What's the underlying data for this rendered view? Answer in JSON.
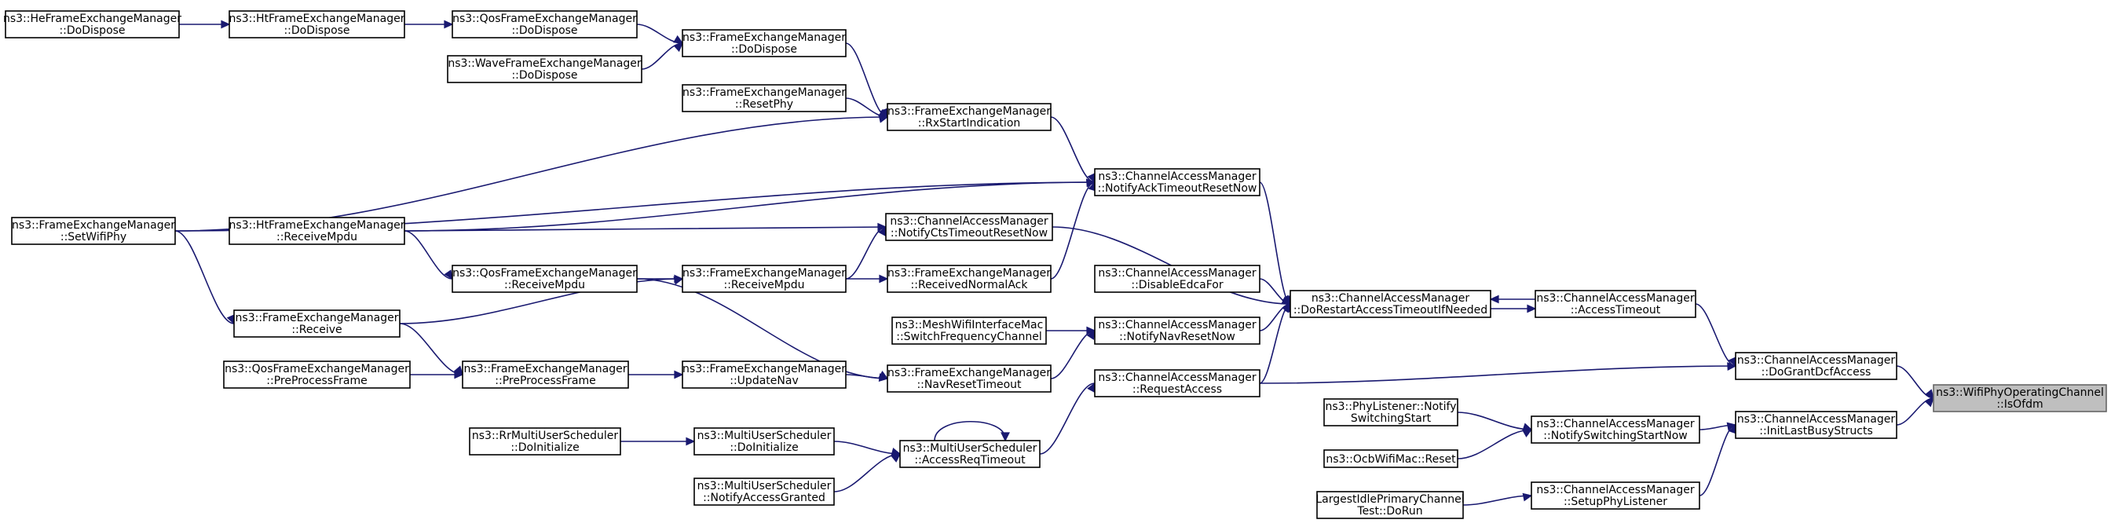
{
  "colors": {
    "edge": "#191970",
    "node_border": "#000000",
    "root_fill": "#bfbfbf",
    "background": "#ffffff"
  },
  "nodes": {
    "heFemDispose": {
      "line1": "ns3::HeFrameExchangeManager",
      "line2": "::DoDispose"
    },
    "htFemDispose": {
      "line1": "ns3::HtFrameExchangeManager",
      "line2": "::DoDispose"
    },
    "qosFemDispose": {
      "line1": "ns3::QosFrameExchangeManager",
      "line2": "::DoDispose"
    },
    "waveFemDispose": {
      "line1": "ns3::WaveFrameExchangeManager",
      "line2": "::DoDispose"
    },
    "femDispose": {
      "line1": "ns3::FrameExchangeManager",
      "line2": "::DoDispose"
    },
    "femResetPhy": {
      "line1": "ns3::FrameExchangeManager",
      "line2": "::ResetPhy"
    },
    "femRxStart": {
      "line1": "ns3::FrameExchangeManager",
      "line2": "::RxStartIndication"
    },
    "femSetWifiPhy": {
      "line1": "ns3::FrameExchangeManager",
      "line2": "::SetWifiPhy"
    },
    "htReceiveMpdu": {
      "line1": "ns3::HtFrameExchangeManager",
      "line2": "::ReceiveMpdu"
    },
    "qosReceiveMpdu": {
      "line1": "ns3::QosFrameExchangeManager",
      "line2": "::ReceiveMpdu"
    },
    "femReceive": {
      "line1": "ns3::FrameExchangeManager",
      "line2": "::Receive"
    },
    "qosPreProcess": {
      "line1": "ns3::QosFrameExchangeManager",
      "line2": "::PreProcessFrame"
    },
    "femPreProcess": {
      "line1": "ns3::FrameExchangeManager",
      "line2": "::PreProcessFrame"
    },
    "femReceiveMpdu": {
      "line1": "ns3::FrameExchangeManager",
      "line2": "::ReceiveMpdu"
    },
    "femUpdateNav": {
      "line1": "ns3::FrameExchangeManager",
      "line2": "::UpdateNav"
    },
    "camNotifyCts": {
      "line1": "ns3::ChannelAccessManager",
      "line2": "::NotifyCtsTimeoutResetNow"
    },
    "femRecvNormalAck": {
      "line1": "ns3::FrameExchangeManager",
      "line2": "::ReceivedNormalAck"
    },
    "femNavReset": {
      "line1": "ns3::FrameExchangeManager",
      "line2": "::NavResetTimeout"
    },
    "meshSwitch": {
      "line1": "ns3::MeshWifiInterfaceMac",
      "line2": "::SwitchFrequencyChannel"
    },
    "rrDoInit": {
      "line1": "ns3::RrMultiUserScheduler",
      "line2": "::DoInitialize"
    },
    "musDoInit": {
      "line1": "ns3::MultiUserScheduler",
      "line2": "::DoInitialize"
    },
    "musNotifyGranted": {
      "line1": "ns3::MultiUserScheduler",
      "line2": "::NotifyAccessGranted"
    },
    "musAccessReq": {
      "line1": "ns3::MultiUserScheduler",
      "line2": "::AccessReqTimeout"
    },
    "camNotifyAck": {
      "line1": "ns3::ChannelAccessManager",
      "line2": "::NotifyAckTimeoutResetNow"
    },
    "camDisableEdca": {
      "line1": "ns3::ChannelAccessManager",
      "line2": "::DisableEdcaFor"
    },
    "camNotifyNav": {
      "line1": "ns3::ChannelAccessManager",
      "line2": "::NotifyNavResetNow"
    },
    "camRequestAccess": {
      "line1": "ns3::ChannelAccessManager",
      "line2": "::RequestAccess"
    },
    "camDoRestart": {
      "line1": "ns3::ChannelAccessManager",
      "line2": "::DoRestartAccessTimeoutIfNeeded"
    },
    "phyListenerNotify": {
      "line1": "ns3::PhyListener::Notify",
      "line2": "SwitchingStart"
    },
    "ocbReset": {
      "line1": "ns3::OcbWifiMac::Reset",
      "line2": ""
    },
    "largestIdle": {
      "line1": "LargestIdlePrimaryChannel",
      "line2": "Test::DoRun"
    },
    "camAccessTimeout": {
      "line1": "ns3::ChannelAccessManager",
      "line2": "::AccessTimeout"
    },
    "camNotifySwitching": {
      "line1": "ns3::ChannelAccessManager",
      "line2": "::NotifySwitchingStartNow"
    },
    "camSetupPhy": {
      "line1": "ns3::ChannelAccessManager",
      "line2": "::SetupPhyListener"
    },
    "camDoGrant": {
      "line1": "ns3::ChannelAccessManager",
      "line2": "::DoGrantDcfAccess"
    },
    "camInitLast": {
      "line1": "ns3::ChannelAccessManager",
      "line2": "::InitLastBusyStructs"
    },
    "root": {
      "line1": "ns3::WifiPhyOperatingChannel",
      "line2": "::IsOfdm"
    }
  }
}
